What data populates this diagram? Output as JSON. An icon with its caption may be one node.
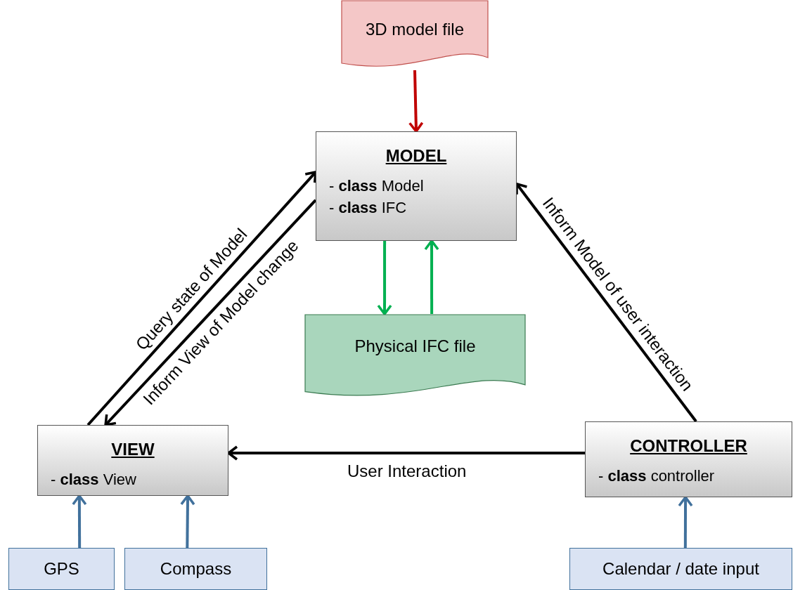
{
  "diagram": {
    "nodes": [
      {
        "text": [
          "3D model file"
        ]
      },
      {
        "text": [
          "MODEL",
          "- **class** Model",
          "- **class** IFC"
        ]
      },
      {
        "text": [
          "Physical IFC file"
        ]
      },
      {
        "text": [
          "VIEW",
          "- **class** View"
        ]
      },
      {
        "text": [
          "CONTROLLER",
          "- **class** controller"
        ]
      },
      {
        "text": [
          "GPS"
        ]
      },
      {
        "text": [
          "Compass"
        ]
      },
      {
        "text": [
          "Calendar / date input"
        ]
      }
    ],
    "edges": [
      {
        "from": 0,
        "to": 1,
        "arrow": "to",
        "color": "#c00000"
      },
      {
        "from": 1,
        "to": 2,
        "arrow": "to",
        "color": "#00b050"
      },
      {
        "from": 2,
        "to": 1,
        "arrow": "to",
        "color": "#00b050"
      },
      {
        "from": 3,
        "to": 1,
        "arrow": "to",
        "label": "Query state of Model"
      },
      {
        "from": 1,
        "to": 3,
        "arrow": "to",
        "label": "Inform View of Model change"
      },
      {
        "from": 4,
        "to": 1,
        "arrow": "to",
        "label": "Inform Model of user interaction"
      },
      {
        "from": 4,
        "to": 3,
        "arrow": "to",
        "label": "User Interaction"
      },
      {
        "from": 5,
        "to": 3,
        "arrow": "to",
        "color": "#41719c"
      },
      {
        "from": 6,
        "to": 3,
        "arrow": "to",
        "color": "#41719c"
      },
      {
        "from": 7,
        "to": 4,
        "arrow": "to",
        "color": "#41719c"
      }
    ]
  }
}
